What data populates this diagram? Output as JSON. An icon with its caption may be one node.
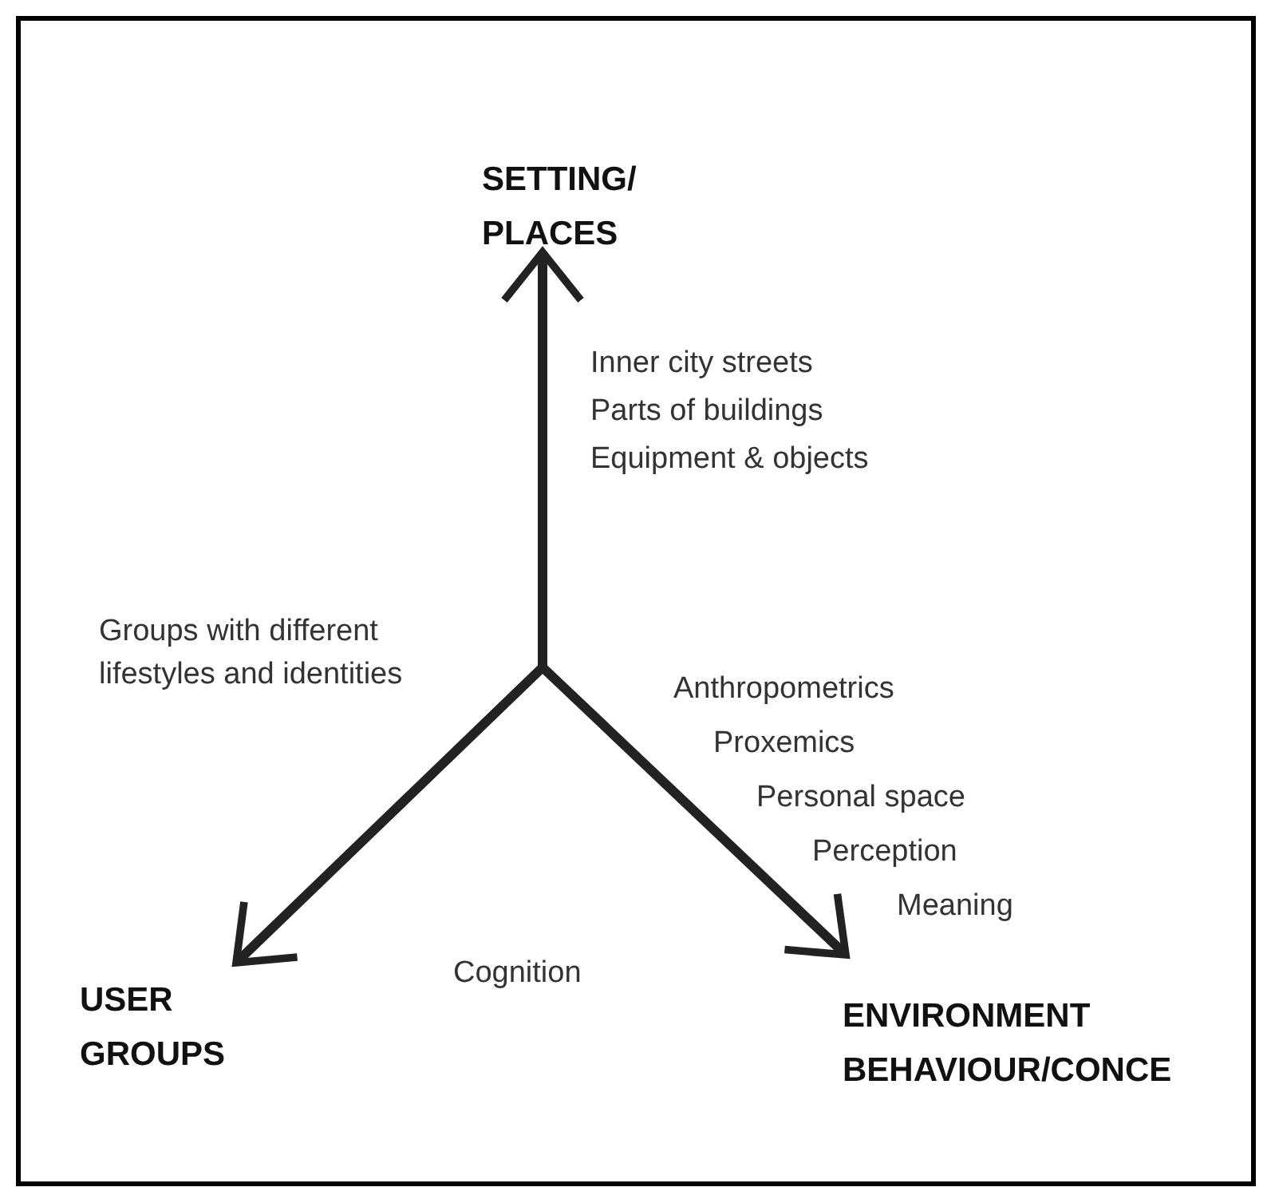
{
  "diagram": {
    "nodes": [
      {
        "text": [
          "SETTING/ PLACES"
        ]
      },
      {
        "text": [
          "USER GROUPS"
        ]
      },
      {
        "text": [
          "ENVIRONMENT BEHAVIOUR/CONCE"
        ]
      }
    ],
    "edges": [
      {
        "from": null,
        "to": 0,
        "arrow": "to"
      },
      {
        "from": null,
        "to": 1,
        "arrow": "to"
      },
      {
        "from": null,
        "to": 2,
        "arrow": "to"
      }
    ],
    "labels": [
      "Inner city streets",
      "Parts of buildings",
      "Equipment & objects",
      "Groups with different lifestyles and identities",
      "Anthropometrics",
      "Proxemics",
      "Personal space",
      "Perception",
      "Meaning",
      "Cognition"
    ]
  }
}
